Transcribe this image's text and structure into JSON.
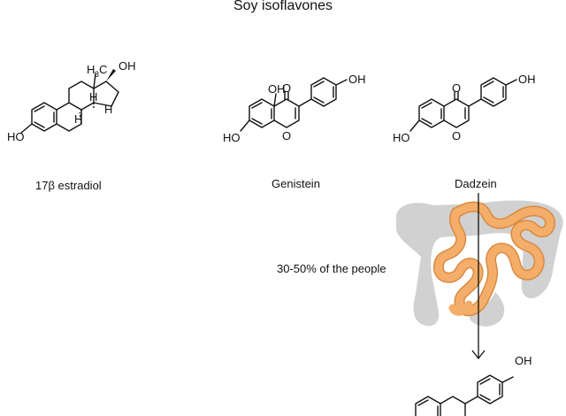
{
  "title": "Soy isoflavones",
  "compounds": {
    "estradiol": {
      "name": "17β estradiol",
      "atom_labels": {
        "ho": "HO",
        "oh": "OH",
        "methyl_h": "H",
        "methyl_sub": "3",
        "methyl_c": "C",
        "h1": "H",
        "h2": "H",
        "h3": "H"
      }
    },
    "genistein": {
      "name": "Genistein",
      "atom_labels": {
        "oh_top": "OH",
        "o_carbonyl": "O",
        "oh_right": "OH",
        "ho": "HO",
        "o_ring": "O"
      }
    },
    "daidzein": {
      "name": "Dadzein",
      "atom_labels": {
        "o_carbonyl": "O",
        "oh_right": "OH",
        "ho": "HO",
        "o_ring": "O"
      }
    },
    "metabolite": {
      "atom_labels": {
        "oh_right": "OH"
      }
    }
  },
  "gut_note": "30-50% of the people",
  "colors": {
    "intestine": "#f4ae6a",
    "intestine_outline": "#d98a40",
    "colon": "#c9c9c9"
  }
}
